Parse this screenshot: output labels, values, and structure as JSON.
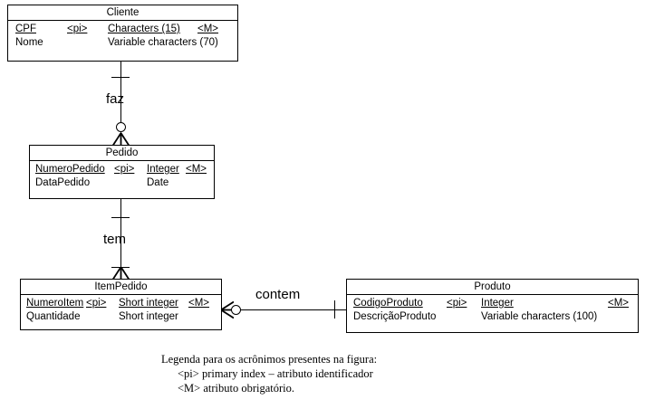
{
  "diagram": {
    "type": "entity-relationship-diagram",
    "notation": "crow-foot",
    "entities": [
      {
        "id": "cliente",
        "name": "Cliente",
        "attributes": [
          {
            "name": "CPF",
            "key": "<pi>",
            "datatype": "Characters (15)",
            "mandatory": "<M>",
            "underline": true
          },
          {
            "name": "Nome",
            "key": "",
            "datatype": "Variable characters (70)",
            "mandatory": "",
            "underline": false
          }
        ]
      },
      {
        "id": "pedido",
        "name": "Pedido",
        "attributes": [
          {
            "name": "NumeroPedido",
            "key": "<pi>",
            "datatype": "Integer",
            "mandatory": "<M>",
            "underline": true
          },
          {
            "name": "DataPedido",
            "key": "",
            "datatype": "Date",
            "mandatory": "",
            "underline": false
          }
        ]
      },
      {
        "id": "itempedido",
        "name": "ItemPedido",
        "attributes": [
          {
            "name": "NumeroItem",
            "key": "<pi>",
            "datatype": "Short integer",
            "mandatory": "<M>",
            "underline": true
          },
          {
            "name": "Quantidade",
            "key": "",
            "datatype": "Short integer",
            "mandatory": "",
            "underline": false
          }
        ]
      },
      {
        "id": "produto",
        "name": "Produto",
        "attributes": [
          {
            "name": "CodigoProduto",
            "key": "<pi>",
            "datatype": "Integer",
            "mandatory": "<M>",
            "underline": true
          },
          {
            "name": "DescriçãoProduto",
            "key": "",
            "datatype": "Variable characters (100)",
            "mandatory": "",
            "underline": false
          }
        ]
      }
    ],
    "relationships": [
      {
        "id": "faz",
        "label": "faz",
        "from": "cliente",
        "to": "pedido"
      },
      {
        "id": "tem",
        "label": "tem",
        "from": "pedido",
        "to": "itempedido"
      },
      {
        "id": "contem",
        "label": "contem",
        "from": "itempedido",
        "to": "produto"
      }
    ]
  },
  "legend": {
    "title": "Legenda para os acrônimos presentes na figura:",
    "line1": "<pi> primary index – atributo identificador",
    "line2": "<M> atributo obrigatório."
  },
  "colors": {
    "stroke": "#000000",
    "background": "#ffffff",
    "text": "#000000"
  }
}
